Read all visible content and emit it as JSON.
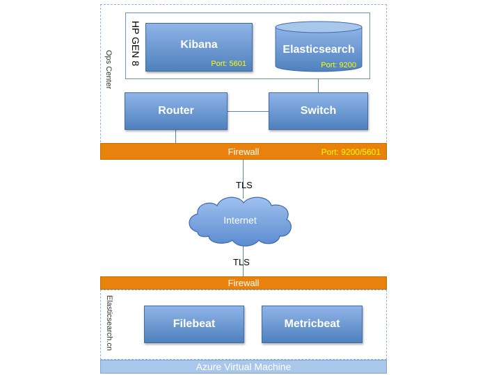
{
  "ops_center": {
    "label": "Ops Center",
    "server_label": "HP GEN 8",
    "kibana": {
      "label": "Kibana",
      "port": "Port: 5601"
    },
    "elasticsearch": {
      "label": "Elasticsearch",
      "port": "Port: 9200"
    },
    "router": {
      "label": "Router"
    },
    "switch": {
      "label": "Switch"
    },
    "firewall": {
      "label": "Firewall",
      "port": "Port: 9200/5601"
    }
  },
  "links": {
    "tls_top": "TLS",
    "tls_bottom": "TLS"
  },
  "internet": {
    "label": "Internet"
  },
  "cloud_site": {
    "firewall": {
      "label": "Firewall"
    },
    "label": "Elasticsearch.cn",
    "filebeat": {
      "label": "Filebeat"
    },
    "metricbeat": {
      "label": "Metricbeat"
    },
    "azure": {
      "label": "Azure Virtual Machine"
    }
  },
  "colors": {
    "box_fill": "#4f81bd",
    "firewall": "#e8820c",
    "azure_bar": "#a9c7ea",
    "port_text": "#ffff00",
    "dashed_border": "#8db3e2"
  }
}
